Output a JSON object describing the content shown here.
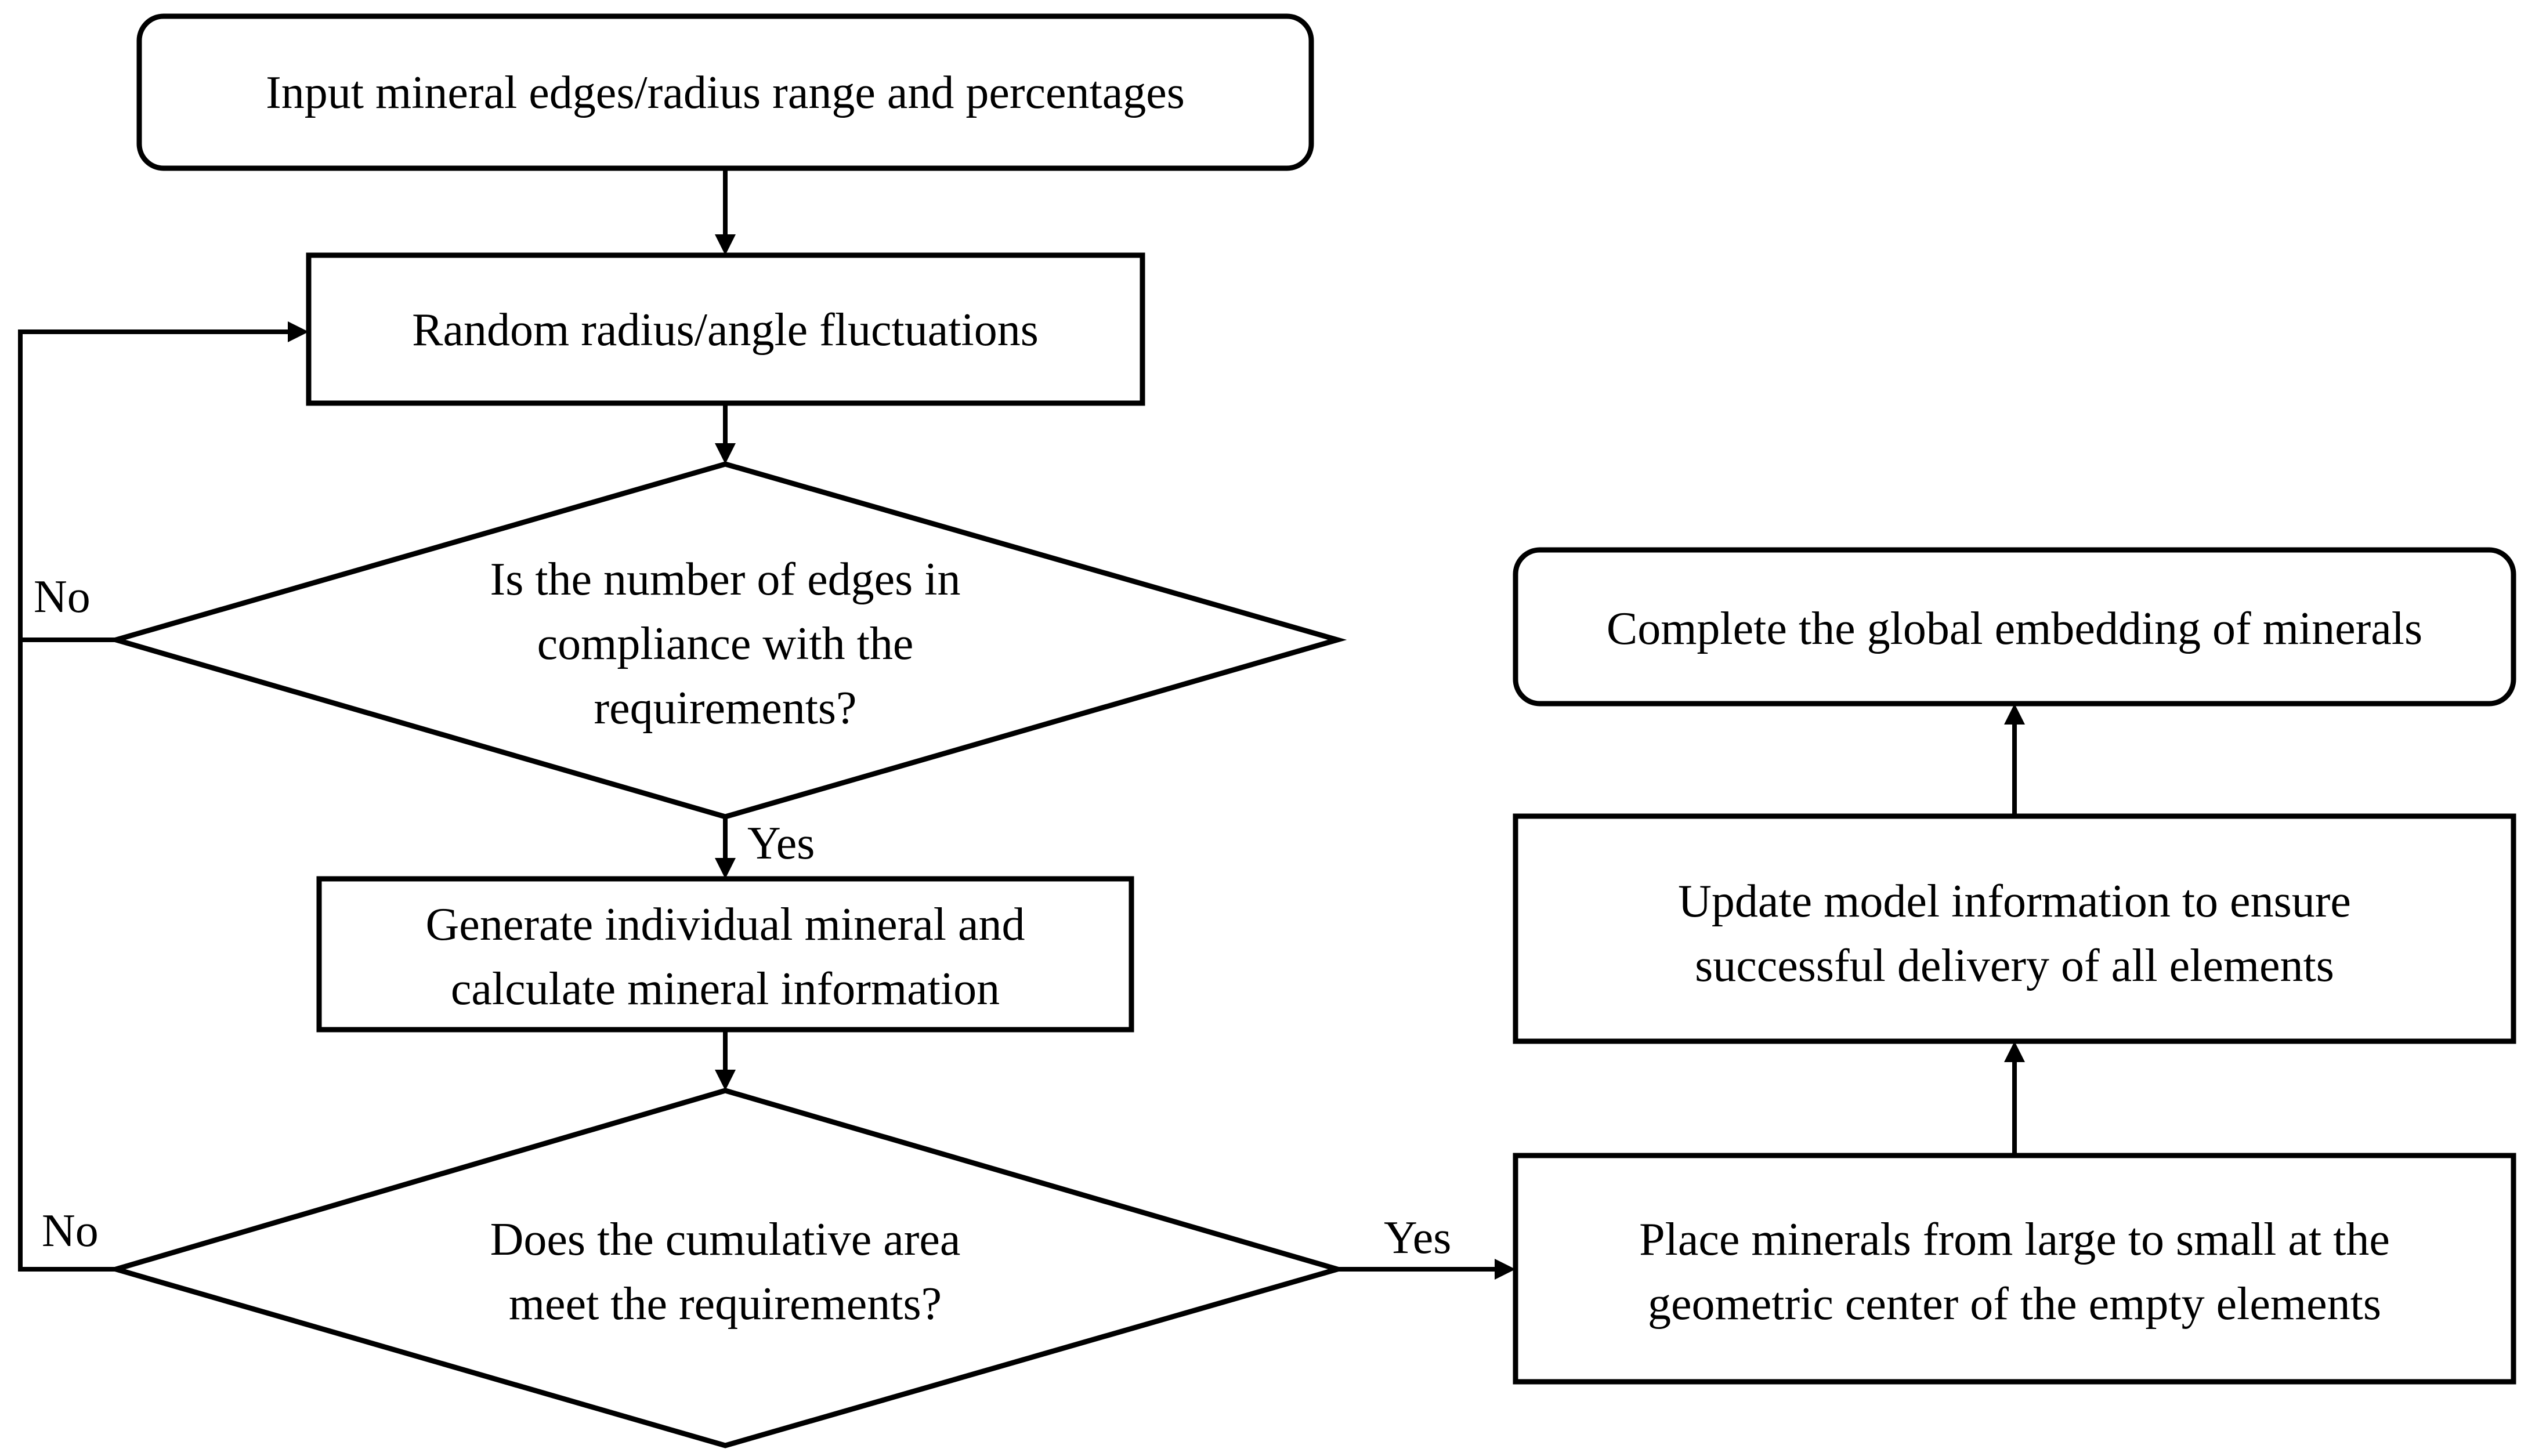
{
  "nodes": {
    "input": {
      "text": "Input mineral edges/radius range and percentages"
    },
    "fluctuate": {
      "text": "Random radius/angle  fluctuations"
    },
    "edges_check": {
      "lines": [
        "Is the number of edges in",
        "compliance with the",
        "requirements?"
      ]
    },
    "generate": {
      "lines": [
        "Generate individual mineral and",
        "calculate mineral  information"
      ]
    },
    "area_check": {
      "lines": [
        "Does the cumulative area",
        "meet the requirements?"
      ]
    },
    "place": {
      "lines": [
        "Place minerals from large to small at the",
        "geometric center of the empty elements"
      ]
    },
    "update": {
      "lines": [
        "Update model information to ensure",
        "successful delivery of all elements"
      ]
    },
    "complete": {
      "text": "Complete the global embedding of minerals"
    }
  },
  "edge_labels": {
    "edges_yes": "Yes",
    "edges_no": "No",
    "area_yes": "Yes",
    "area_no": "No"
  }
}
